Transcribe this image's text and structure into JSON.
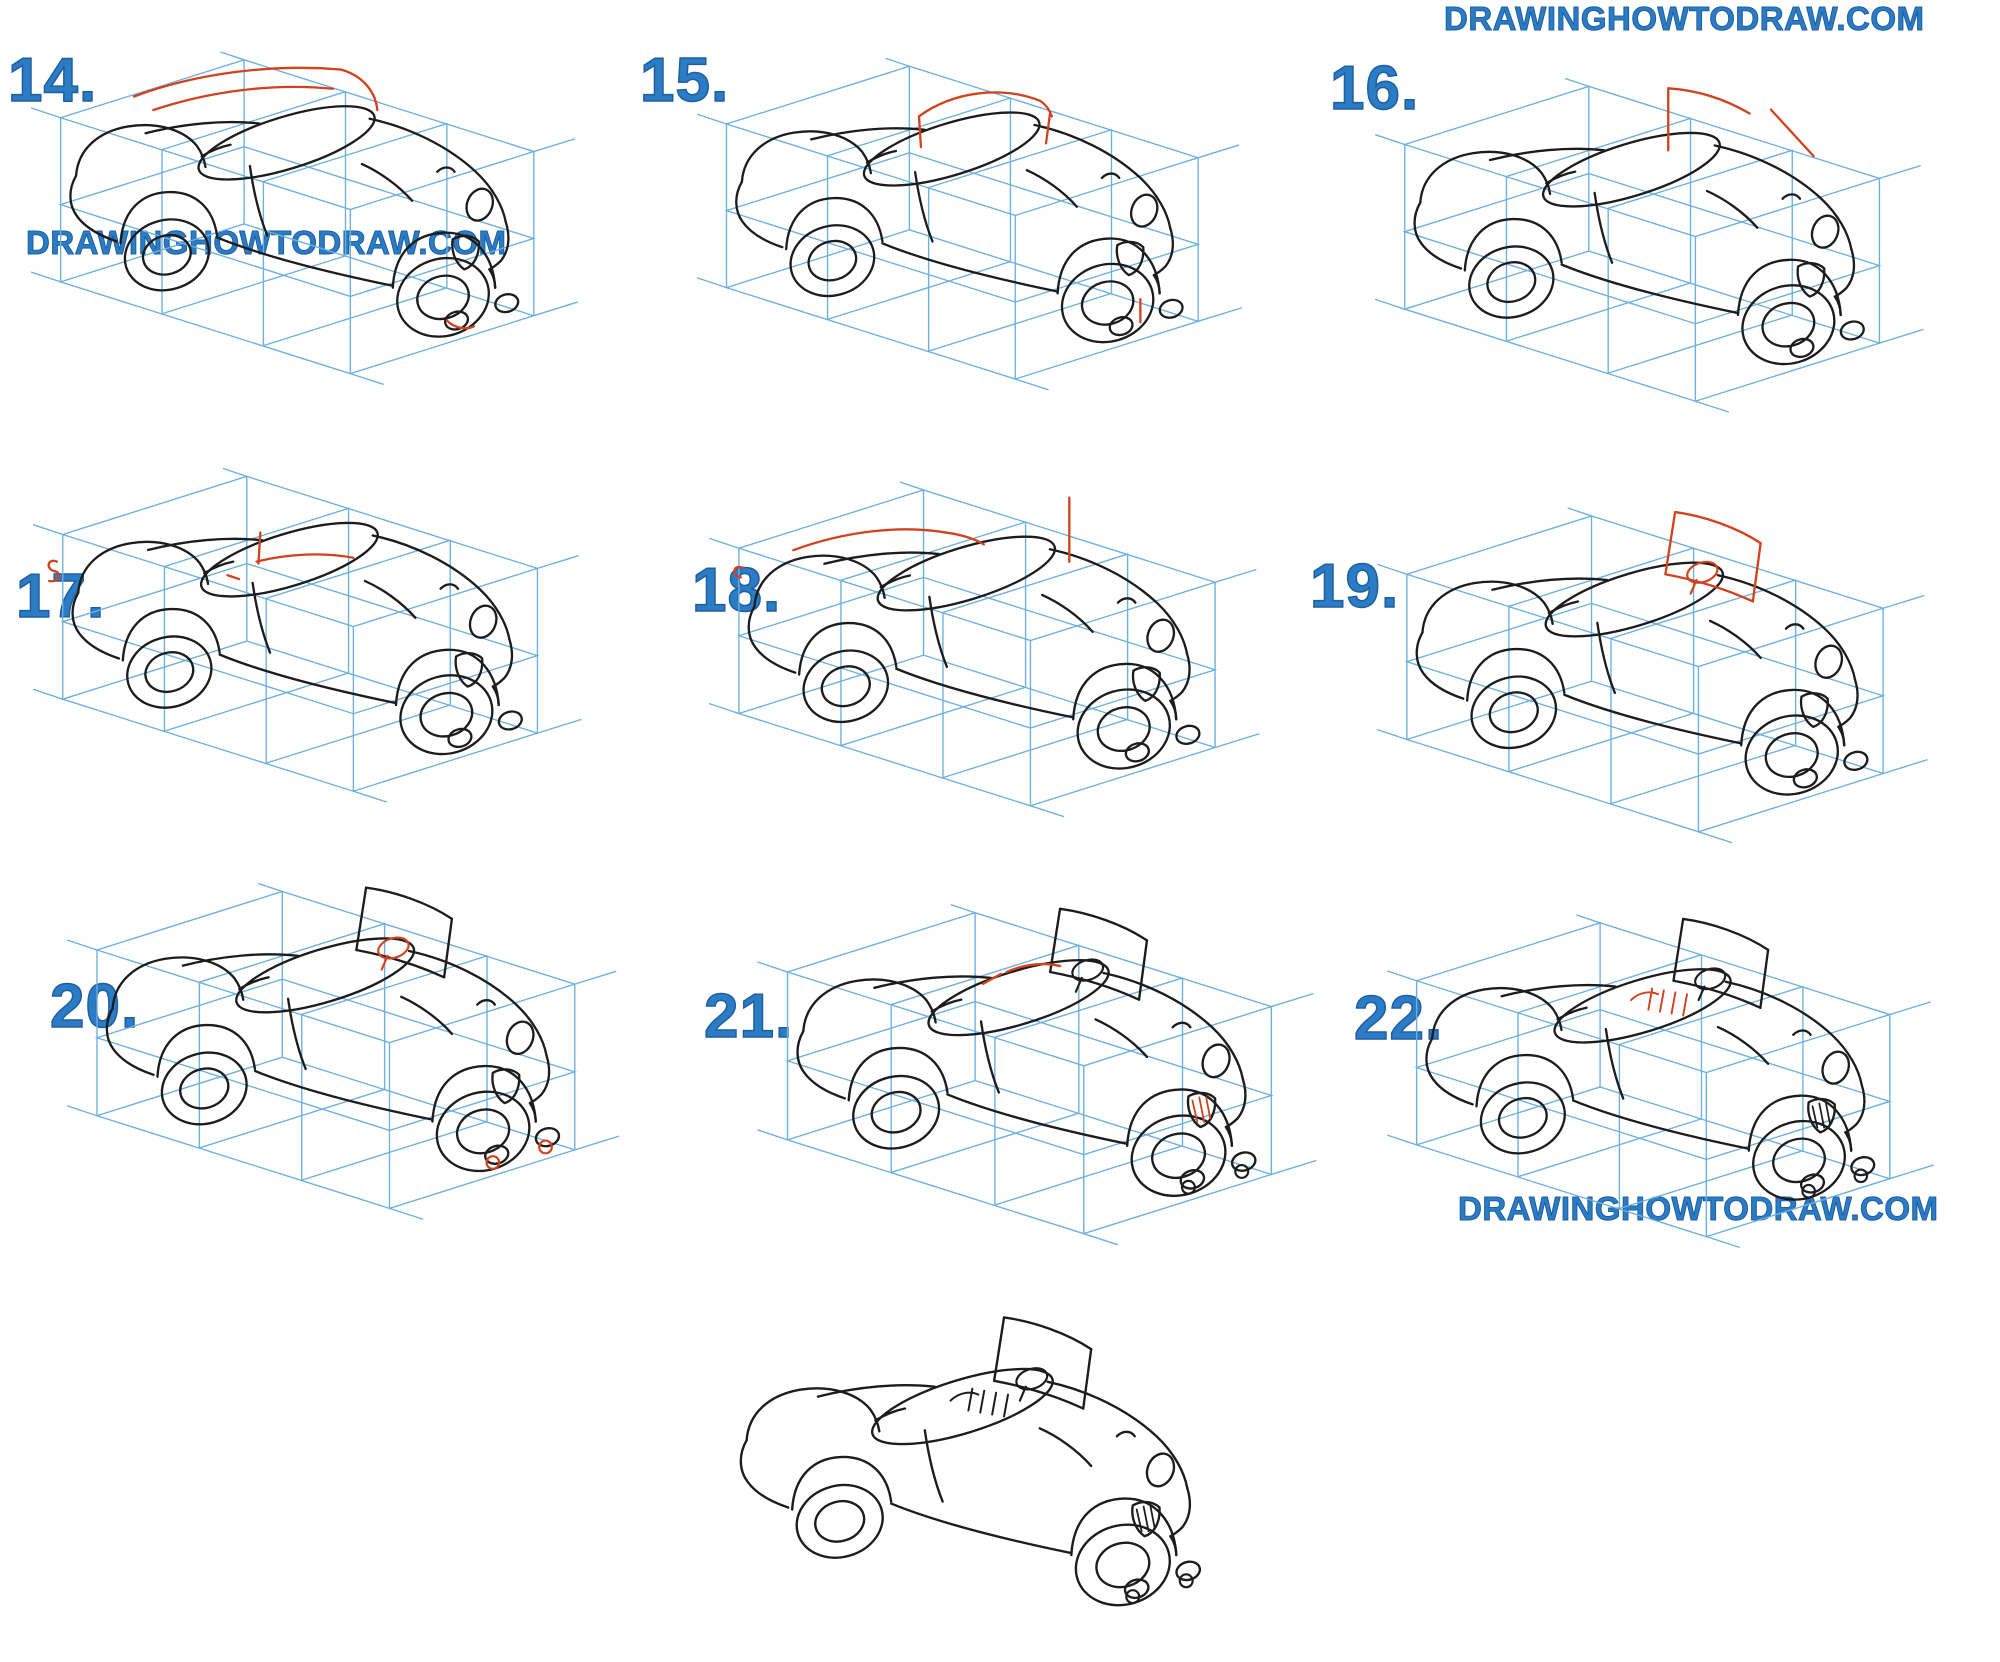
{
  "page": {
    "watermarks": [
      {
        "text": "DRAWINGHOWTODRAW.COM",
        "position": "top-right"
      },
      {
        "text": "DRAWINGHOWTODRAW.COM",
        "position": "upper-left"
      },
      {
        "text": "DRAWINGHOWTODRAW.COM",
        "position": "lower-right"
      }
    ]
  },
  "colors": {
    "guide_blue": "#6cb0e0",
    "ink_black": "#1c1c1c",
    "accent_red": "#d2421e",
    "label_blue": "#2b7cc4"
  },
  "steps": [
    {
      "label": "14."
    },
    {
      "label": "15."
    },
    {
      "label": "16."
    },
    {
      "label": "17."
    },
    {
      "label": "18."
    },
    {
      "label": "19."
    },
    {
      "label": "20."
    },
    {
      "label": "21."
    },
    {
      "label": "22."
    }
  ]
}
